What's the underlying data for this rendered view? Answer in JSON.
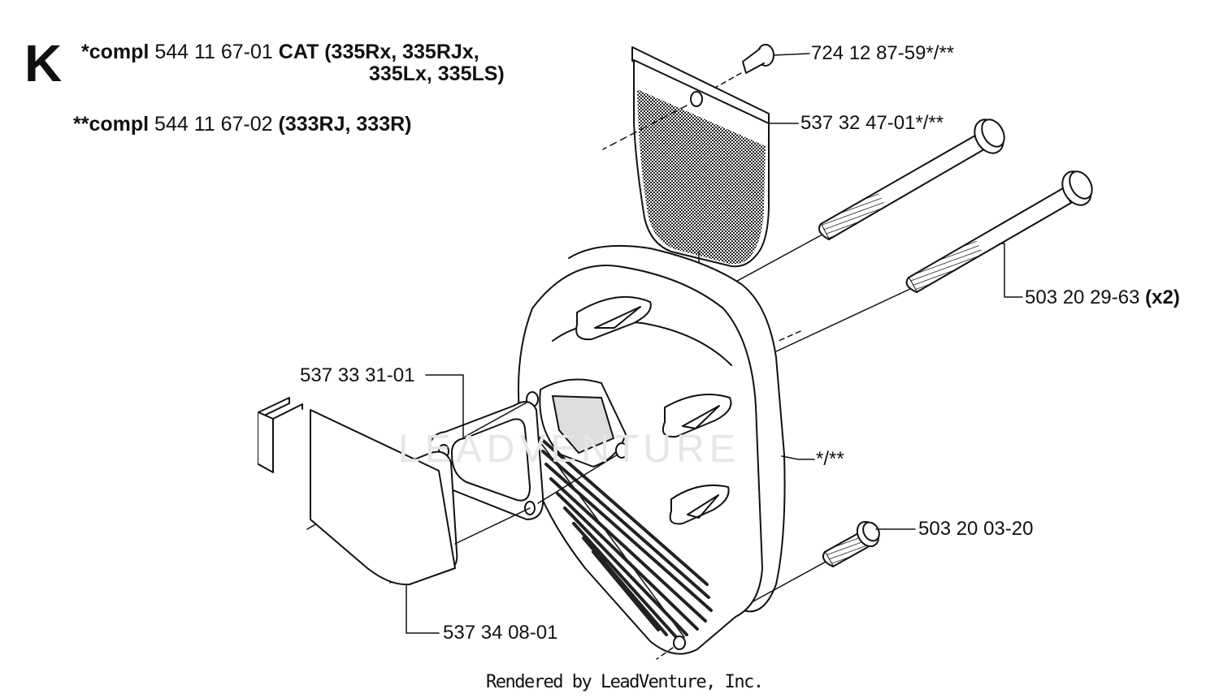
{
  "section_letter": "K",
  "compl_1": {
    "prefix": "*compl",
    "part_number": "544 11 67-01",
    "models_line1": "CAT (335Rx, 335RJx,",
    "models_line2": "335Lx, 335LS)"
  },
  "compl_2": {
    "prefix": "**compl",
    "part_number": "544 11 67-02",
    "models": "(333RJ, 333R)"
  },
  "parts": [
    {
      "id": "screw-top",
      "number": "724 12 87-59*/**"
    },
    {
      "id": "spark-screen",
      "number": "537 32 47-01*/**"
    },
    {
      "id": "long-bolt",
      "number": "503 20 29-63",
      "qty": "(x2)"
    },
    {
      "id": "gasket-upper",
      "number": "537 33 31-01"
    },
    {
      "id": "muffler",
      "number": "*/**"
    },
    {
      "id": "short-screw",
      "number": "503 20 03-20"
    },
    {
      "id": "gasket-lower",
      "number": "537 34 08-01"
    }
  ],
  "watermark": "LEADVENTURE",
  "footer": "Rendered by LeadVenture, Inc."
}
